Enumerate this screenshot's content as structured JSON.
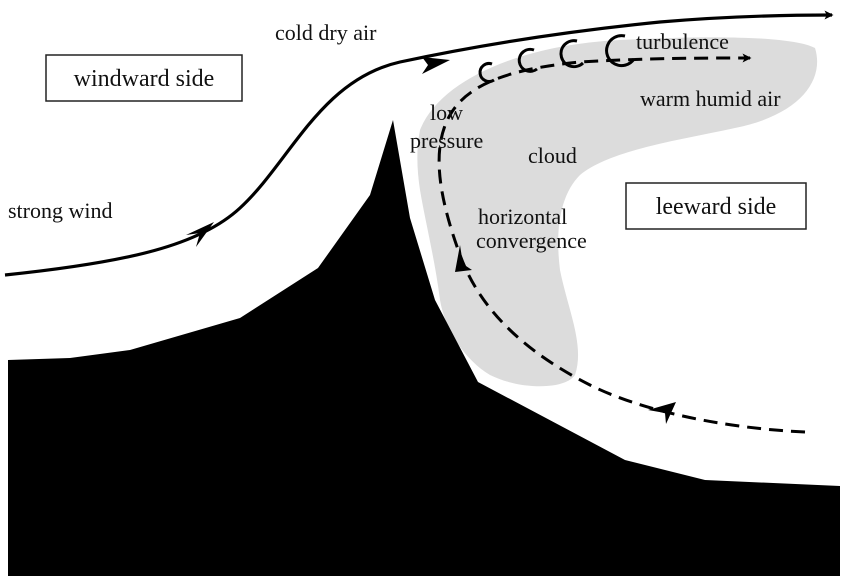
{
  "labels": {
    "windward_side": "windward side",
    "leeward_side": "leeward side",
    "cold_dry_air": "cold dry air",
    "strong_wind": "strong wind",
    "turbulence": "turbulence",
    "warm_humid_air": "warm humid air",
    "low_pressure_line1": "low",
    "low_pressure_line2": "pressure",
    "cloud": "cloud",
    "horizontal_convergence_line1": "horizontal",
    "horizontal_convergence_line2": "convergence"
  },
  "colors": {
    "mountain": "#000000",
    "cloud": "#dcdcdc",
    "airflow": "#000000",
    "box_border": "#222222",
    "background": "#ffffff"
  }
}
